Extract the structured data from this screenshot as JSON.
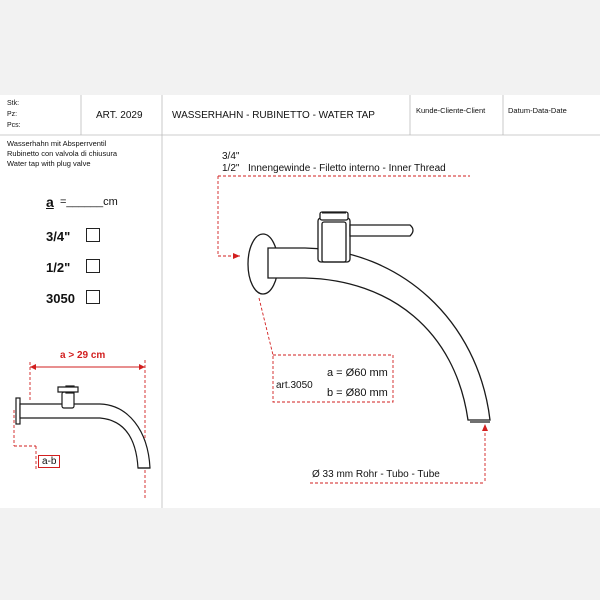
{
  "header": {
    "stk_label": "Stk:",
    "pz_label": "Pz:",
    "pcs_label": "Pcs:",
    "article": "ART. 2029",
    "title": "WASSERHAHN - RUBINETTO - WATER TAP",
    "customer": "Kunde-Cliente-Client",
    "date": "Datum-Data-Date"
  },
  "description": {
    "de": "Wasserhahn mit Absperrventil",
    "it": "Rubinetto con valvola di chiusura",
    "en": "Water tap with plug valve"
  },
  "options": {
    "a_letter": "a",
    "a_rest": "=______cm",
    "items": [
      "3/4\"",
      "1/2\"",
      "3050"
    ]
  },
  "thread": {
    "size_large": "3/4\"",
    "size_small": "1/2\"",
    "label": "Innengewinde - Filetto interno - Inner Thread"
  },
  "option_3050": {
    "art": "art.3050",
    "a_line": "a  = Ø60 mm",
    "b_line": "b  = Ø80 mm"
  },
  "tube": {
    "label": "Ø 33 mm  Rohr - Tubo - Tube"
  },
  "small_drawing": {
    "length_label": "a  > 29 cm",
    "ab_label": "a-b"
  },
  "colors": {
    "dimension_red": "#d21f1f",
    "line": "#1a1a1a"
  }
}
